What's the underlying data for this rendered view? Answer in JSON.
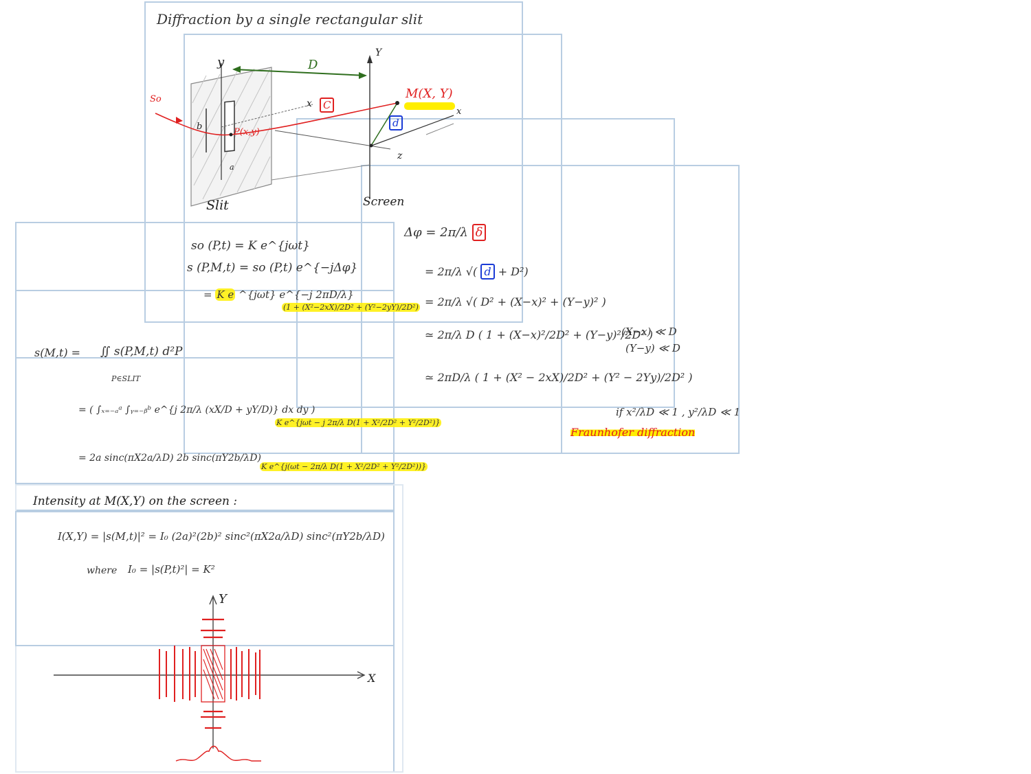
{
  "title": "Diffraction by a single rectangular slit",
  "diagram": {
    "slit_label": "Slit",
    "screen_label": "Screen",
    "distance_label": "D",
    "source_label": "So",
    "axis_y": "y",
    "axis_x": "x",
    "axis_Y": "Y",
    "axis_X": "x",
    "axis_z": "z",
    "point_P": "P(x,y)",
    "point_M": "M(X, Y)",
    "half_width_b": "b",
    "half_width_a": "a",
    "box_c": "C",
    "box_d": "d"
  },
  "phase": {
    "line1_lhs": "Δφ =",
    "line1_rhs": "2π/λ",
    "line1_box": "δ",
    "line2": "= 2π/λ √(",
    "line2_box": "d",
    "line2_rest": "+ D²)",
    "line3": "= 2π/λ √( D² + (X−x)² + (Y−y)² )",
    "line4": "≃ 2π/λ D ( 1 + (X−x)²/2D² + (Y−y)²/2D² )",
    "cond1": "(X−x) ≪ D",
    "cond2": "(Y−y) ≪ D",
    "line5": "≃ 2πD/λ ( 1 + (X² − 2xX)/2D² + (Y² − 2Yy)/2D² )",
    "condition": "if  x²/λD ≪ 1 ,  y²/λD ≪ 1",
    "fraunhofer": "Fraunhofer diffraction"
  },
  "source": {
    "eq1": "so (P,t) = K e^{jωt}",
    "eq2": "s (P,M,t) = so (P,t) e^{−jΔφ}",
    "eq3_prefix": "=",
    "eq3_k": "K e",
    "eq3_mid": "^{jωt}  e^{−j 2πD/λ}",
    "eq3_hl": "(1 + (X²−2xX)/2D² + (Y²−2yY)/2D²)"
  },
  "integral": {
    "lhs": "s(M,t) =",
    "integrand": "∬ s(P,M,t) d²P",
    "domain": "P∈SLIT",
    "line2": "= ( ∫ₓ₌₋ₐᵃ ∫ᵧ₌₋ᵦᵇ e^{j 2π/λ (xX/D + yY/D)} dx dy )",
    "line2_hl": "K e^{jωt − j 2π/λ D(1 + X²/2D² + Y²/2D²)}",
    "line3": "= 2a sinc(πX2a/λD) 2b sinc(πY2b/λD)",
    "line3_hl": "K e^{j(ωt − 2π/λ D(1 + X²/2D² + Y²/2D²))}"
  },
  "intensity": {
    "heading": "Intensity  at  M(X,Y)  on  the  screen :",
    "formula": "I(X,Y) = |s(M,t)|² = I₀ (2a)²(2b)² sinc²(πX2a/λD) sinc²(πY2b/λD)",
    "where": "where",
    "io_def": "I₀ = |s(P,t)²| = K²",
    "plot_axis_y": "Y",
    "plot_axis_x": "X"
  },
  "colors": {
    "frame": "#b8cde2",
    "highlight": "#ffee00",
    "red_ink": "#e02020",
    "blue_ink": "#1a3bd6",
    "green_ink": "#2f6e1e"
  }
}
